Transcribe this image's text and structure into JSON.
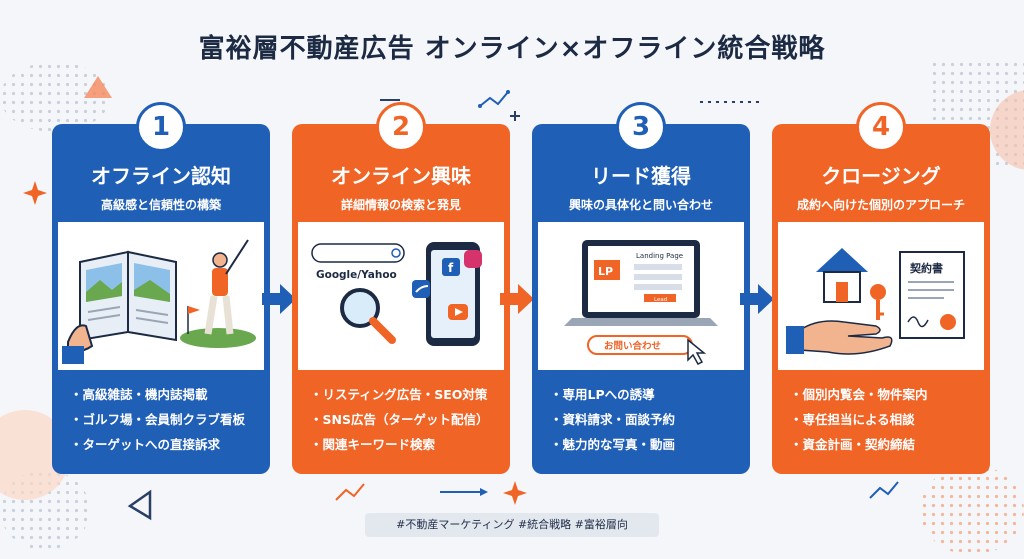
{
  "title": "富裕層不動産広告 オンライン×オフライン統合戦略",
  "colors": {
    "blue": "#1f5fb5",
    "orange": "#f06426",
    "navy": "#1c2a44"
  },
  "steps": [
    {
      "number": "1",
      "title": "オフライン認知",
      "subtitle": "高級感と信頼性の構築",
      "bullets": [
        "高級雑誌・機内誌掲載",
        "ゴルフ場・会員制クラブ看板",
        "ターゲットへの直接訴求"
      ],
      "icons": [
        "magazine-icon",
        "golfer-icon"
      ]
    },
    {
      "number": "2",
      "title": "オンライン興味",
      "subtitle": "詳細情報の検索と発見",
      "bullets": [
        "リスティング広告・SEO対策",
        "SNS広告（ターゲット配信）",
        "関連キーワード検索"
      ],
      "search_label": "Google/Yahoo",
      "icons": [
        "search-bar-icon",
        "magnifier-icon",
        "smartphone-icon"
      ]
    },
    {
      "number": "3",
      "title": "リード獲得",
      "subtitle": "興味の具体化と問い合わせ",
      "bullets": [
        "専用LPへの誘導",
        "資料請求・面談予約",
        "魅力的な写真・動画"
      ],
      "lp_badge": "LP",
      "lp_title": "Landing Page",
      "lp_button": "Lead",
      "cta_button": "お問い合わせ",
      "icons": [
        "laptop-icon",
        "cursor-icon"
      ]
    },
    {
      "number": "4",
      "title": "クロージング",
      "subtitle": "成約へ向けた個別のアプローチ",
      "bullets": [
        "個別内覧会・物件案内",
        "専任担当による相談",
        "資金計画・契約締結"
      ],
      "contract_label": "契約書",
      "icons": [
        "house-icon",
        "key-icon",
        "hand-icon",
        "contract-icon"
      ]
    }
  ],
  "hashtags": "#不動産マーケティング  #統合戦略  #富裕層向"
}
